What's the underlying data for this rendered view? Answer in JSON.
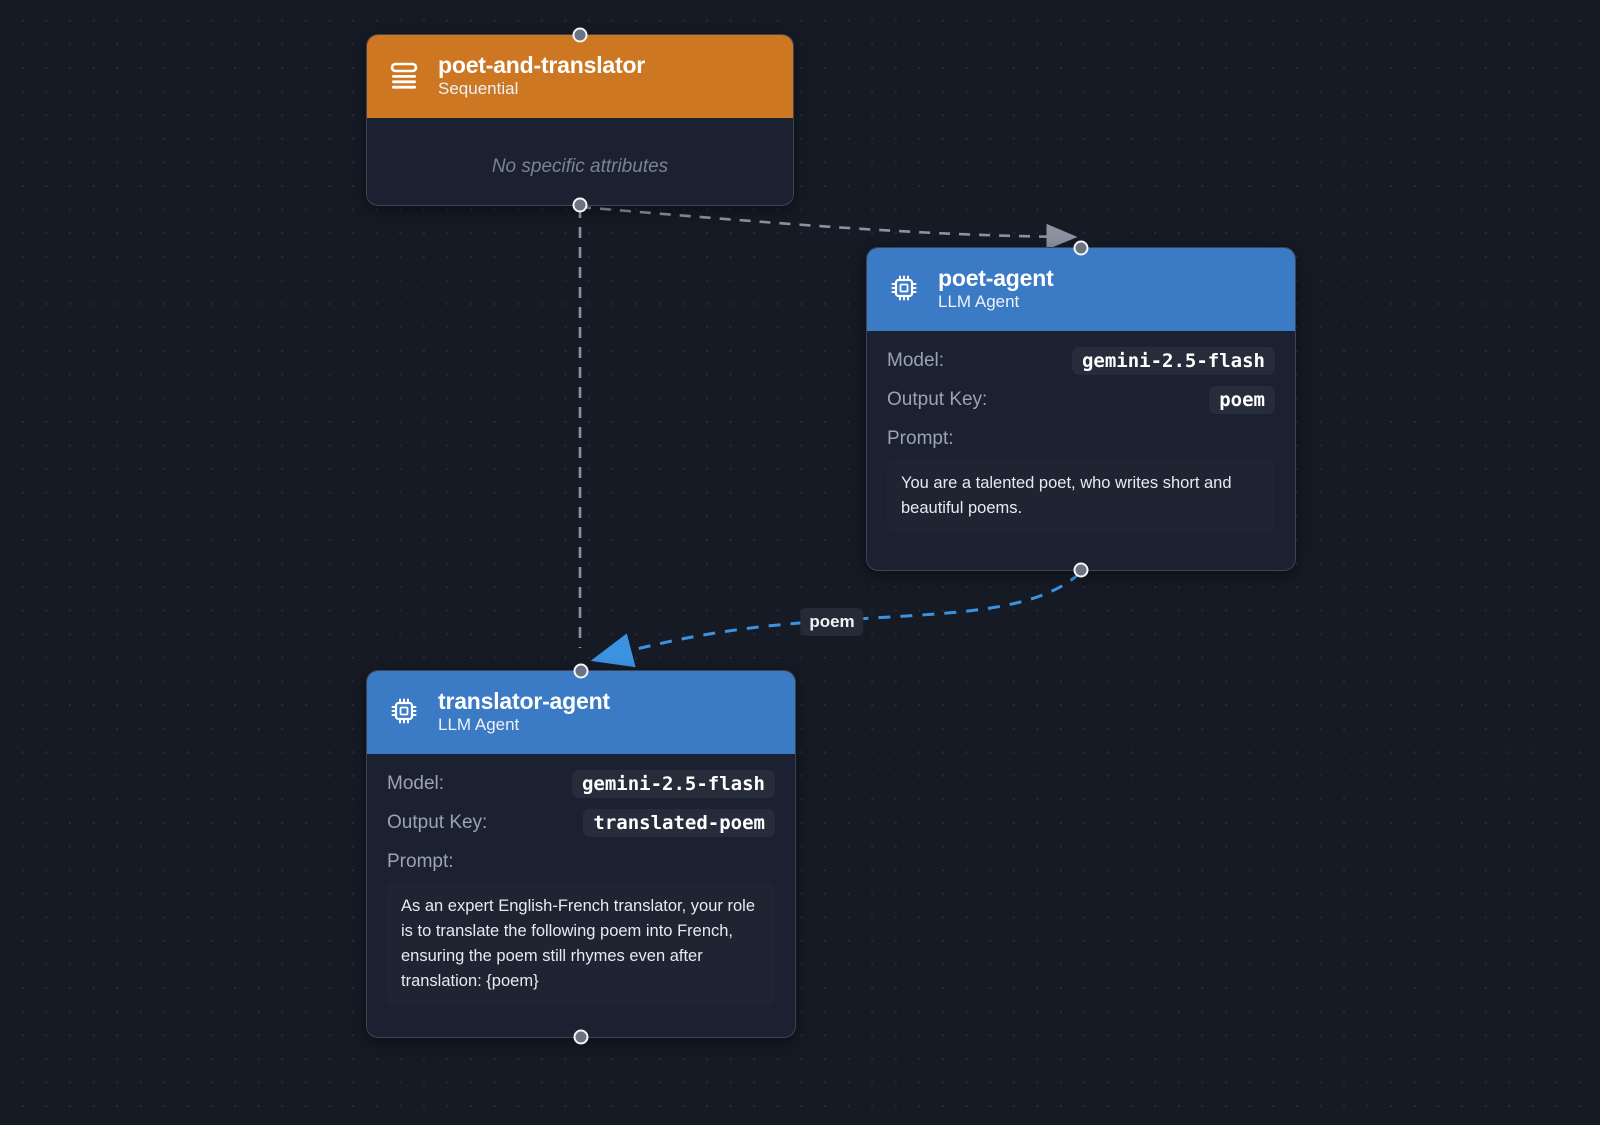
{
  "canvas": {
    "background_color": "#151a24",
    "dot_color": "#262c38"
  },
  "colors": {
    "sequential_header": "#cd7722",
    "llm_header": "#3b7ac4",
    "node_body": "#1b2130",
    "node_border": "#3b4354",
    "chip_background": "#262c3a",
    "edge_gray": "#8b93a3",
    "edge_blue": "#3b92e0",
    "handle_fill": "#6b7280"
  },
  "nodes": [
    {
      "id": "poet-and-translator",
      "title": "poet-and-translator",
      "subtitle": "Sequential",
      "icon": "sequential-list-icon",
      "header_color": "#cd7722",
      "empty_text": "No specific attributes"
    },
    {
      "id": "poet-agent",
      "title": "poet-agent",
      "subtitle": "LLM Agent",
      "icon": "cpu-chip-icon",
      "header_color": "#3b7ac4",
      "model_label": "Model:",
      "model_value": "gemini-2.5-flash",
      "output_key_label": "Output Key:",
      "output_key_value": "poem",
      "prompt_label": "Prompt:",
      "prompt_value": "You are a talented poet, who writes short and beautiful poems."
    },
    {
      "id": "translator-agent",
      "title": "translator-agent",
      "subtitle": "LLM Agent",
      "icon": "cpu-chip-icon",
      "header_color": "#3b7ac4",
      "model_label": "Model:",
      "model_value": "gemini-2.5-flash",
      "output_key_label": "Output Key:",
      "output_key_value": "translated-poem",
      "prompt_label": "Prompt:",
      "prompt_value": "As an expert English-French translator, your role is to translate the following poem into French, ensuring the poem still rhymes even after translation: {poem}"
    }
  ],
  "edges": [
    {
      "id": "seq-to-poet",
      "from": "poet-and-translator",
      "to": "poet-agent",
      "label": "",
      "color": "#8b93a3",
      "style": "dashed"
    },
    {
      "id": "seq-to-translator",
      "from": "poet-and-translator",
      "to": "translator-agent",
      "label": "",
      "color": "#8b93a3",
      "style": "dashed"
    },
    {
      "id": "poet-to-translator",
      "from": "poet-agent",
      "to": "translator-agent",
      "label": "poem",
      "color": "#3b92e0",
      "style": "dashed"
    }
  ]
}
